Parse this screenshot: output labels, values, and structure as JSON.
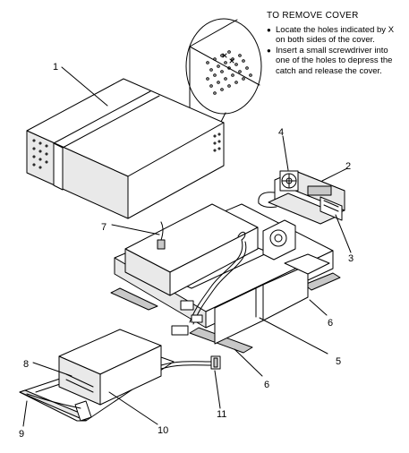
{
  "instructions": {
    "title": "TO REMOVE COVER",
    "step1": "Locate the holes indicated by X on both sides of the cover.",
    "step2": "Insert a small screwdriver into one of the holes to depress the catch and release the cover."
  },
  "callouts": [
    "1",
    "2",
    "3",
    "4",
    "5",
    "6",
    "6",
    "7",
    "8",
    "9",
    "10",
    "11"
  ]
}
